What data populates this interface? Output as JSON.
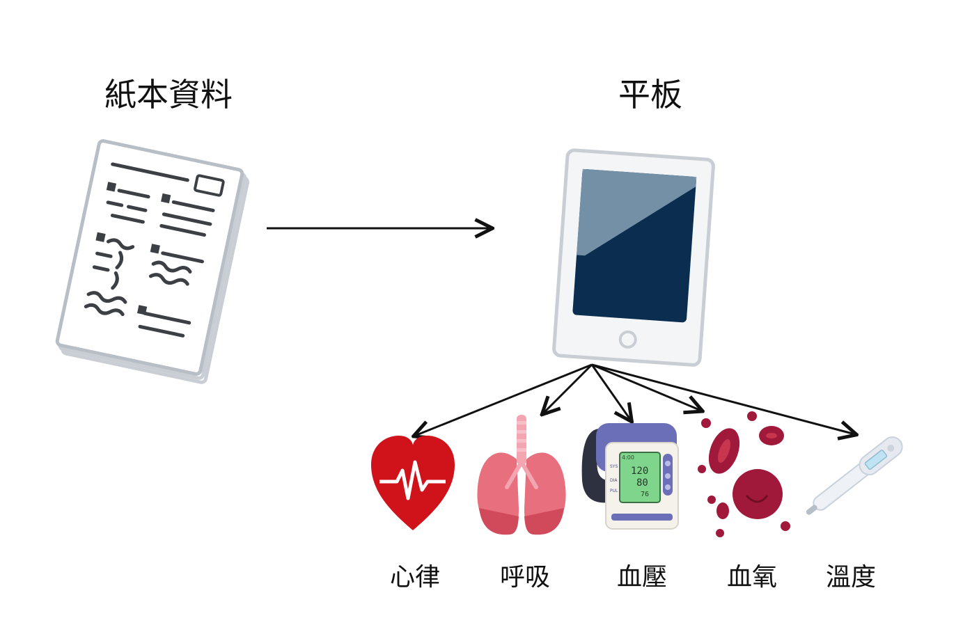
{
  "source": {
    "title": "紙本資料"
  },
  "target": {
    "title": "平板"
  },
  "measurements": [
    {
      "label": "心律",
      "icon": "heart-icon"
    },
    {
      "label": "呼吸",
      "icon": "lungs-icon"
    },
    {
      "label": "血壓",
      "icon": "blood-pressure-monitor-icon"
    },
    {
      "label": "血氧",
      "icon": "blood-cells-icon"
    },
    {
      "label": "溫度",
      "icon": "thermometer-icon"
    }
  ],
  "monitor": {
    "sys": "120",
    "dia": "80",
    "pul": "76"
  },
  "colors": {
    "heart": "#d0121b",
    "lungs": "#e8707e",
    "cuff": "#6a6fb8",
    "cells": "#a0183a",
    "screen": "#0b2d4f"
  }
}
